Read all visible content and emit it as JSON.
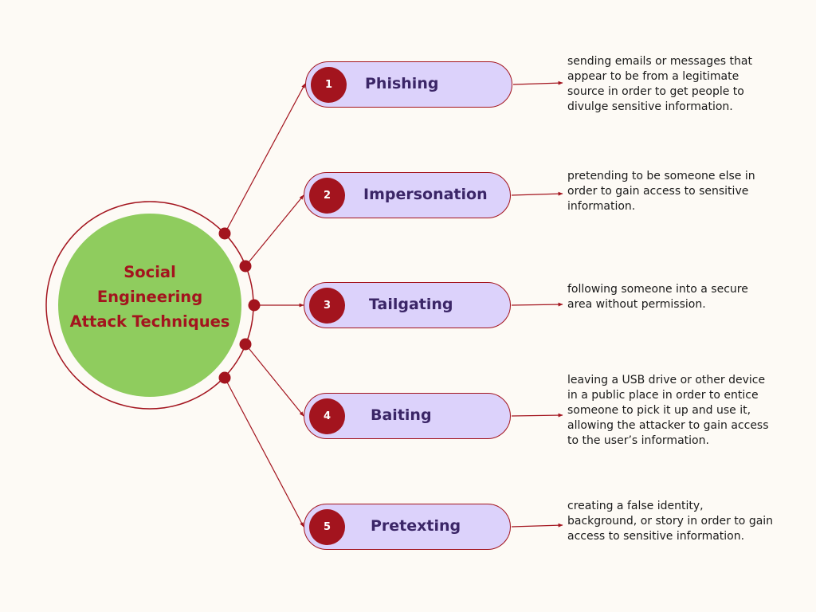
{
  "hub": {
    "title_lines": [
      "Social",
      "Engineering",
      "Attack Techniques"
    ]
  },
  "colors": {
    "background": "#fdfaf5",
    "hub_fill": "#8fcc5e",
    "accent_red": "#a3141e",
    "pill_fill": "#dcd2fb",
    "pill_text": "#3b2667",
    "desc_text": "#1a1a1a"
  },
  "techniques": [
    {
      "number": "1",
      "name": "Phishing",
      "description": "sending emails or messages that appear to be from a legitimate source in order to get people to divulge sensitive information."
    },
    {
      "number": "2",
      "name": "Impersonation",
      "description": "pretending to be someone else in order to gain access to sensitive information."
    },
    {
      "number": "3",
      "name": "Tailgating",
      "description": "following someone into a secure area without permission."
    },
    {
      "number": "4",
      "name": "Baiting",
      "description": "leaving a USB drive or other device in a public place in order to entice someone to pick it up and use it, allowing the attacker to gain access to the user’s information."
    },
    {
      "number": "5",
      "name": "Pretexting",
      "description": "creating a false identity, background, or story in order to gain access to sensitive information."
    }
  ]
}
